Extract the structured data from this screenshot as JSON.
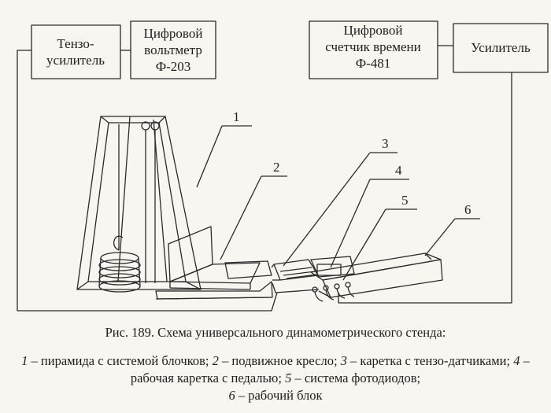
{
  "boxes": {
    "tenzo": [
      "Тензо-",
      "усилитель"
    ],
    "voltmeter": [
      "Цифровой",
      "вольтметр",
      "Ф-203"
    ],
    "counter": [
      "Цифровой",
      "счетчик времени",
      "Ф-481"
    ],
    "amplifier": [
      "Усилитель"
    ]
  },
  "labels": [
    "1",
    "2",
    "3",
    "4",
    "5",
    "6"
  ],
  "caption": {
    "title": "Рис. 189. Схема универсального динамометрического стенда:",
    "legend": [
      {
        "num": "1",
        "text": " – пирамида с системой блочков; "
      },
      {
        "num": "2",
        "text": " – подвижное кресло; "
      },
      {
        "num": "3",
        "text": " – каретка с тензо-датчиками; "
      },
      {
        "num": "4",
        "text": " – рабочая каретка с педалью; "
      },
      {
        "num": "5",
        "text": " – система фотодиодов; "
      },
      {
        "num": "6",
        "text": " – рабочий блок"
      }
    ]
  }
}
